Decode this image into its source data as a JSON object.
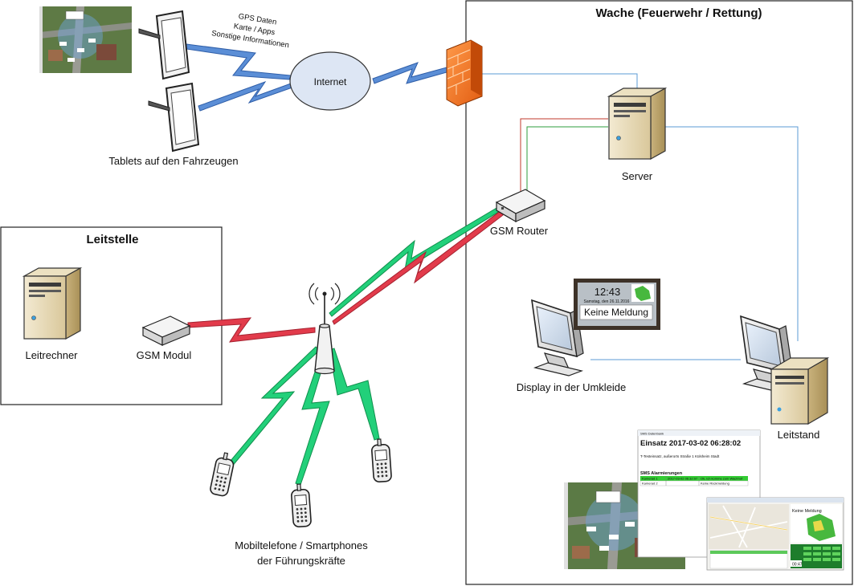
{
  "wache": {
    "title": "Wache (Feuerwehr / Rettung)"
  },
  "leitstelle": {
    "title": "Leitstelle"
  },
  "internet": {
    "label": "Internet"
  },
  "gps_note": {
    "line1": "GPS Daten",
    "line2": "Karte / Apps",
    "line3": "Sonstige Informationen"
  },
  "labels": {
    "tablets": "Tablets auf den Fahrzeugen",
    "server": "Server",
    "gsm_router": "GSM Router",
    "leitrechner": "Leitrechner",
    "gsm_modul": "GSM Modul",
    "display": "Display in der Umkleide",
    "leitstand": "Leitstand",
    "mobile_line1": "Mobiltelefone / Smartphones",
    "mobile_line2": "der Führungskräfte"
  },
  "display_panel": {
    "time": "12:43",
    "date": "Samstag, den 26.11.2016",
    "message": "Keine Meldung"
  },
  "einsatz_window": {
    "header": "SMS Datenbank",
    "title": "Einsatz 2017-03-02 06:28:02",
    "address": "T-Testeinsatz, außerorts Straße 1 Külsheim Stadt",
    "sms_heading": "SMS Alarmierungen",
    "rows": [
      {
        "name": "Kamerad 1",
        "time": "2017-03-02 06:32:07",
        "status": "Ok, ich komme zum Wachhof"
      },
      {
        "name": "Kamerad 2",
        "time": "",
        "status": "Keine Rückmeldung"
      }
    ]
  },
  "map_window": {
    "title": "Keine Meldung",
    "counter": "00:47"
  },
  "colors": {
    "wireless_blue": "#5b8ed6",
    "wireless_red": "#e23b4b",
    "wireless_green": "#22d07a",
    "line_blue": "#5b9bd5",
    "line_red": "#c0392b",
    "line_green": "#2e9e3e"
  }
}
